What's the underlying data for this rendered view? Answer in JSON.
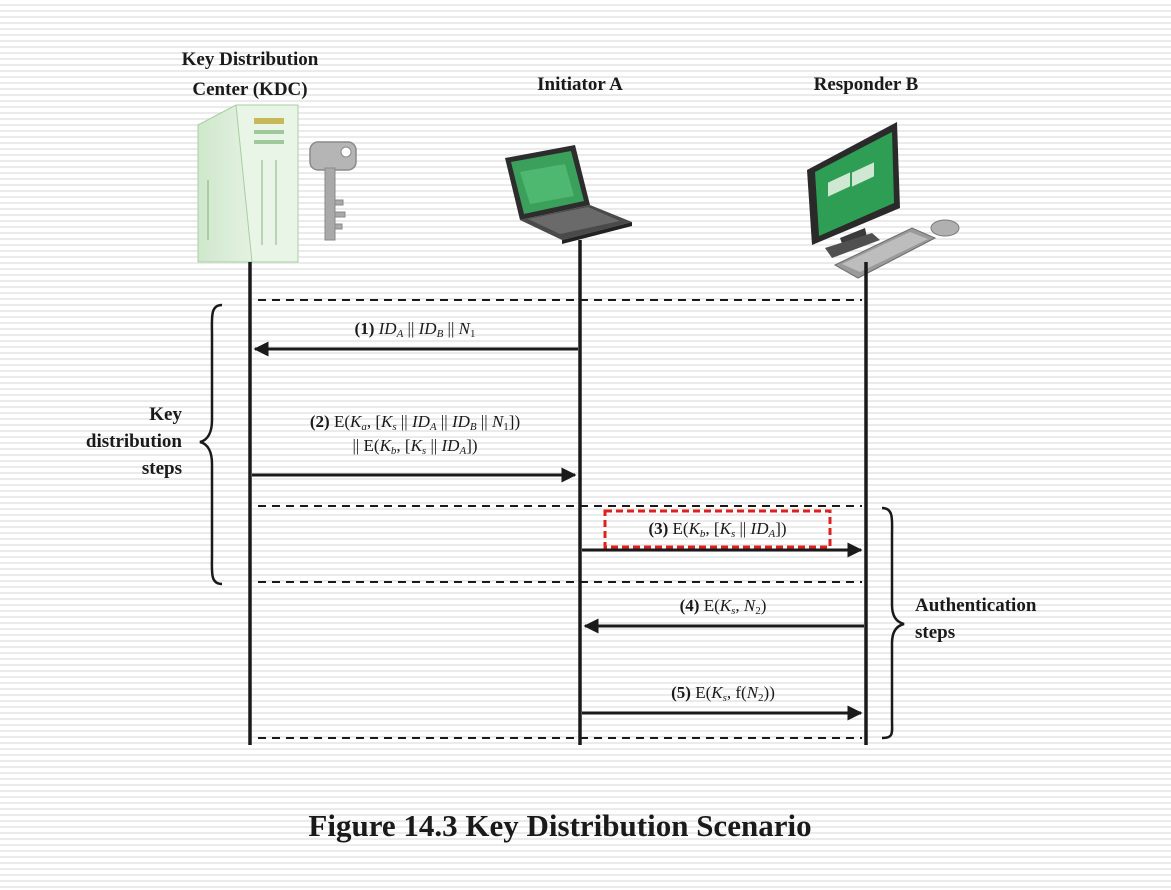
{
  "participants": {
    "kdc": "Key Distribution\nCenter (KDC)",
    "initiator": "Initiator A",
    "responder": "Responder B"
  },
  "groups": {
    "key_distribution": "Key\ndistribution\nsteps",
    "authentication": "Authentication\nsteps"
  },
  "messages": [
    {
      "id": 1,
      "from": "Initiator A",
      "to": "Key Distribution Center (KDC)",
      "label": "(1) IDA || IDB || N1"
    },
    {
      "id": 2,
      "from": "Key Distribution Center (KDC)",
      "to": "Initiator A",
      "label": "(2) E(Ka, [Ks || IDA || IDB || N1]) || E(Kb, [Ks || IDA])"
    },
    {
      "id": 3,
      "from": "Initiator A",
      "to": "Responder B",
      "label": "(3) E(Kb, [Ks || IDA])",
      "highlighted": true
    },
    {
      "id": 4,
      "from": "Responder B",
      "to": "Initiator A",
      "label": "(4) E(Ks, N2)"
    },
    {
      "id": 5,
      "from": "Initiator A",
      "to": "Responder B",
      "label": "(5) E(Ks, f(N2))"
    }
  ],
  "figure_caption": "Figure 14.3  Key Distribution Scenario",
  "colors": {
    "line": "#1a1a1a",
    "highlight": "#e0201e",
    "device_green": "#2e9e55",
    "server_body": "#d8ecd6"
  }
}
